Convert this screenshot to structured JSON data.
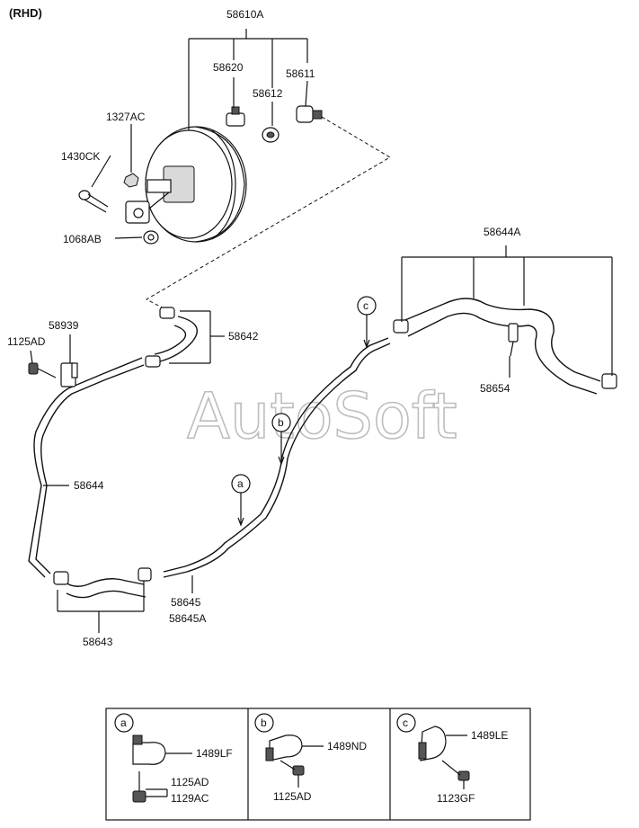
{
  "header": {
    "variant": "(RHD)"
  },
  "watermark": "AutoSoft",
  "callouts": {
    "booster_assy": "58610A",
    "p58620": "58620",
    "p58611": "58611",
    "p58612": "58612",
    "p1327AC": "1327AC",
    "p1430CK": "1430CK",
    "p1068AB": "1068AB",
    "p58644A": "58644A",
    "p58654": "58654",
    "p58642": "58642",
    "p58939": "58939",
    "p1125AD": "1125AD",
    "p58644": "58644",
    "p58643": "58643",
    "p58645": "58645",
    "p58645A": "58645A"
  },
  "markers": {
    "a": "a",
    "b": "b",
    "c": "c"
  },
  "detail_boxes": [
    {
      "marker": "a",
      "labels": [
        "1489LF",
        "1125AD",
        "1129AC"
      ]
    },
    {
      "marker": "b",
      "labels": [
        "1489ND",
        "1125AD"
      ]
    },
    {
      "marker": "c",
      "labels": [
        "1489LE",
        "1123GF"
      ]
    }
  ]
}
